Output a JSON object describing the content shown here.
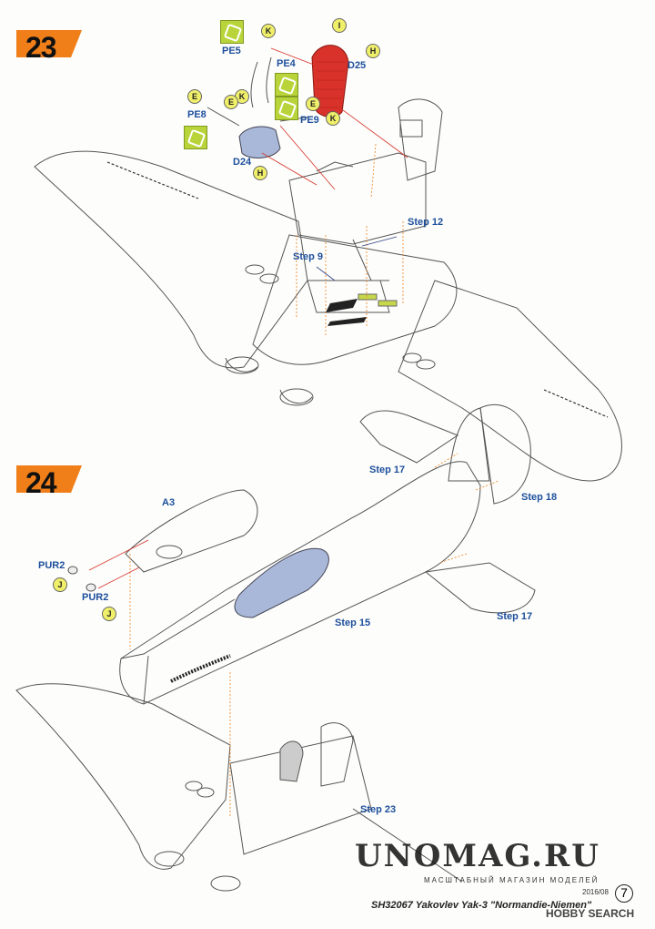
{
  "steps": [
    {
      "number": "23"
    },
    {
      "number": "24"
    }
  ],
  "step23": {
    "parts": {
      "pe5": "PE5",
      "pe4": "PE4",
      "pe8": "PE8",
      "pe9": "PE9",
      "d25": "D25",
      "d24": "D24"
    },
    "markers": {
      "k1": "K",
      "k2": "K",
      "k3": "K",
      "e1": "E",
      "e2": "E",
      "e3": "E",
      "i1": "I",
      "h1": "H",
      "h2": "H"
    },
    "refs": {
      "step12": "Step 12",
      "step9": "Step 9"
    }
  },
  "step24": {
    "parts": {
      "a3": "A3",
      "pur2a": "PUR2",
      "pur2b": "PUR2"
    },
    "markers": {
      "j1": "J",
      "j2": "J"
    },
    "refs": {
      "step17a": "Step 17",
      "step18": "Step 18",
      "step17b": "Step 17",
      "step15": "Step 15",
      "step23": "Step 23"
    }
  },
  "footer": {
    "title": "SH32067  Yakovlev Yak-3 \"Normandie-Niemen\"",
    "date": "2016/08",
    "page": "7"
  },
  "watermark": {
    "site": "UNOMAG.RU",
    "subtitle": "МАСШТАБНЫЙ МАГАЗИН МОДЕЛЕЙ",
    "hobby": "HOBBY SEARCH"
  },
  "colors": {
    "accent_orange": "#f07f1a",
    "label_blue": "#1d4f9c",
    "marker_yellow": "#f0ef6a",
    "photoetch_green": "#b9d43a",
    "resin_blue": "#a9b8d8",
    "red_part": "#d8322a"
  }
}
